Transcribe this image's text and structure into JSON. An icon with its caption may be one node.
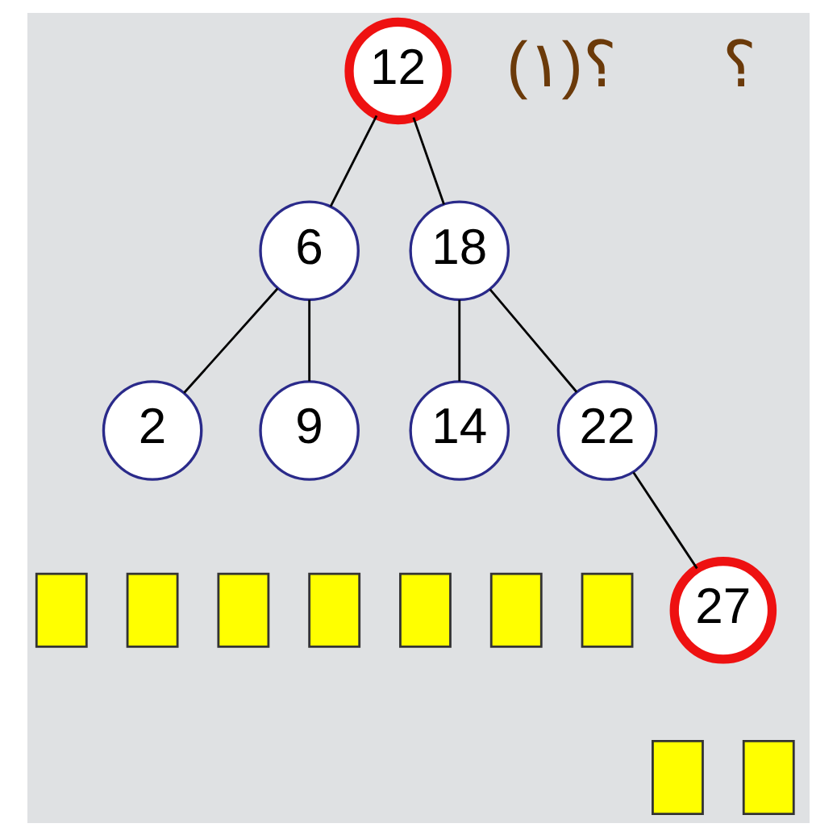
{
  "diagram": {
    "nodes": [
      {
        "text": [
          "12"
        ]
      },
      {
        "text": [
          "6"
        ]
      },
      {
        "text": [
          "18"
        ]
      },
      {
        "text": [
          "2"
        ]
      },
      {
        "text": [
          "9"
        ]
      },
      {
        "text": [
          "14"
        ]
      },
      {
        "text": [
          "22"
        ]
      },
      {
        "text": [],
        "shape": "box"
      },
      {
        "text": [],
        "shape": "box"
      },
      {
        "text": [],
        "shape": "box"
      },
      {
        "text": [],
        "shape": "box"
      },
      {
        "text": [],
        "shape": "box"
      },
      {
        "text": [],
        "shape": "box"
      },
      {
        "text": [],
        "shape": "box"
      },
      {
        "text": [
          "27"
        ]
      },
      {
        "text": [],
        "shape": "box"
      },
      {
        "text": [],
        "shape": "box"
      }
    ],
    "edges": [
      {
        "from": 0,
        "to": 1,
        "arrow": "none"
      },
      {
        "from": 0,
        "to": 2,
        "arrow": "none"
      },
      {
        "from": 1,
        "to": 3,
        "arrow": "none"
      },
      {
        "from": 1,
        "to": 4,
        "arrow": "none"
      },
      {
        "from": 2,
        "to": 5,
        "arrow": "none"
      },
      {
        "from": 2,
        "to": 6,
        "arrow": "none"
      },
      {
        "from": 6,
        "to": 14,
        "arrow": "none"
      }
    ],
    "labels": [
      "؟(١)",
      "؟"
    ]
  }
}
